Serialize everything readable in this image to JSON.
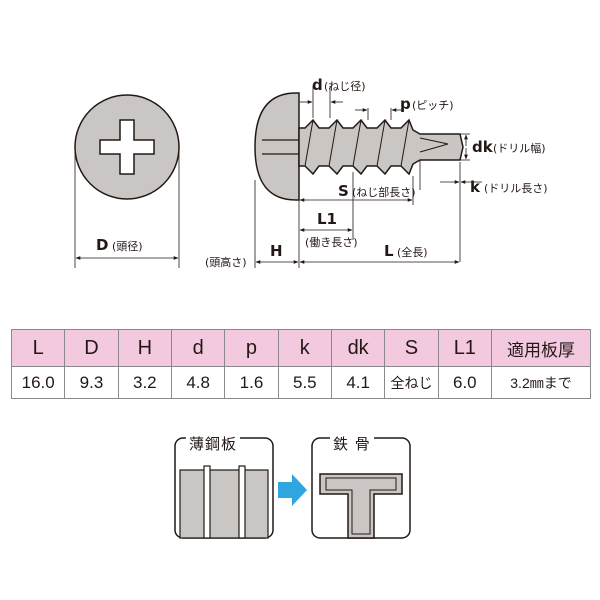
{
  "diagram": {
    "head_label_d": "D",
    "head_label_d_jp": "(頭径)",
    "head_height_label": "(頭高さ)",
    "h_label": "H",
    "d_label": "d",
    "d_jp": "(ねじ径)",
    "p_label": "p",
    "p_jp": "(ピッチ)",
    "dk_label": "dk",
    "dk_jp": "(ドリル幅)",
    "k_label": "k",
    "k_jp": "(ドリル長さ)",
    "s_label": "S",
    "s_jp": "(ねじ部長さ)",
    "l1_label": "L1",
    "l1_jp": "(働き長さ)",
    "l_label": "L",
    "l_jp": "(全長)"
  },
  "spec_table": {
    "headers": [
      "L",
      "D",
      "H",
      "d",
      "p",
      "k",
      "dk",
      "S",
      "L1",
      "適用板厚"
    ],
    "values": [
      "16.0",
      "9.3",
      "3.2",
      "4.8",
      "1.6",
      "5.5",
      "4.1",
      "全ねじ",
      "6.0",
      "3.2㎜まで"
    ]
  },
  "application": {
    "from_label": "薄鋼板",
    "to_label": "鉄 骨",
    "arrow_color": "#2ea7e0"
  },
  "colors": {
    "screw_fill": "#c9c6c3",
    "header_fill": "#f2c9df",
    "outline": "#231815"
  }
}
